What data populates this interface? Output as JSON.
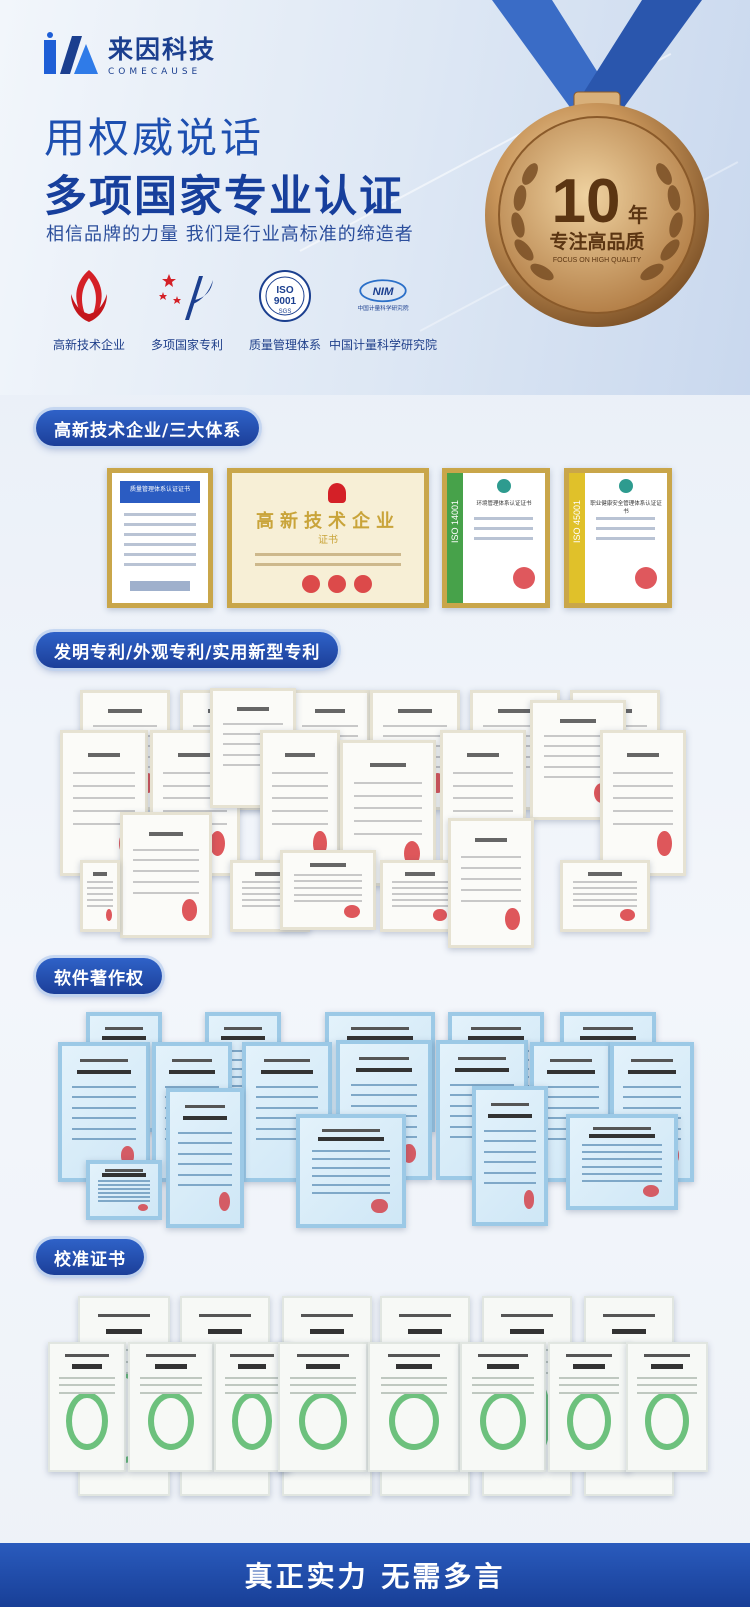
{
  "brand": {
    "name_cn": "来因科技",
    "name_en": "COMECAUSE"
  },
  "hero": {
    "line1": "用权威说话",
    "line2": "多项国家专业认证",
    "line3": "相信品牌的力量 我们是行业高标准的缔造者"
  },
  "badges": [
    {
      "label": "高新技术企业",
      "icon": "torch-icon"
    },
    {
      "label": "多项国家专利",
      "icon": "patent-icon"
    },
    {
      "label": "质量管理体系",
      "icon": "iso-9001-icon",
      "text_main": "ISO",
      "text_num": "9001",
      "text_sub": "SGS"
    },
    {
      "label": "中国计量科学研究院",
      "icon": "nim-icon",
      "text": "中国计量科学研究院"
    }
  ],
  "medal": {
    "number": "10",
    "unit": "年",
    "slogan": "专注高品质",
    "slogan_en": "FOCUS ON HIGH QUALITY"
  },
  "sections": [
    {
      "title": "高新技术企业/三大体系"
    },
    {
      "title": "发明专利/外观专利/实用新型专利"
    },
    {
      "title": "软件著作权"
    },
    {
      "title": "校准证书"
    }
  ],
  "certs_row1": [
    {
      "heading": "质量管理体系认证证书",
      "bg": "#ffffff",
      "frame": "#c9a64a"
    },
    {
      "heading": "高新技术企业",
      "sub": "证书",
      "bg": "#f7efd6",
      "frame": "#c9a64a"
    },
    {
      "heading": "环境管理体系认证证书",
      "side": "ISO 14001",
      "bg": "#ffffff",
      "frame": "#c9a64a",
      "accent": "#47a24a"
    },
    {
      "heading": "职业健康安全管理体系认证证书",
      "side": "ISO 45001",
      "bg": "#ffffff",
      "frame": "#c9a64a",
      "accent": "#e0c12a"
    }
  ],
  "footer": {
    "text": "真正实力 无需多言"
  },
  "colors": {
    "primary": "#1c3f99",
    "gold": "#b8843f",
    "ribbon": "#3a6cc6"
  }
}
